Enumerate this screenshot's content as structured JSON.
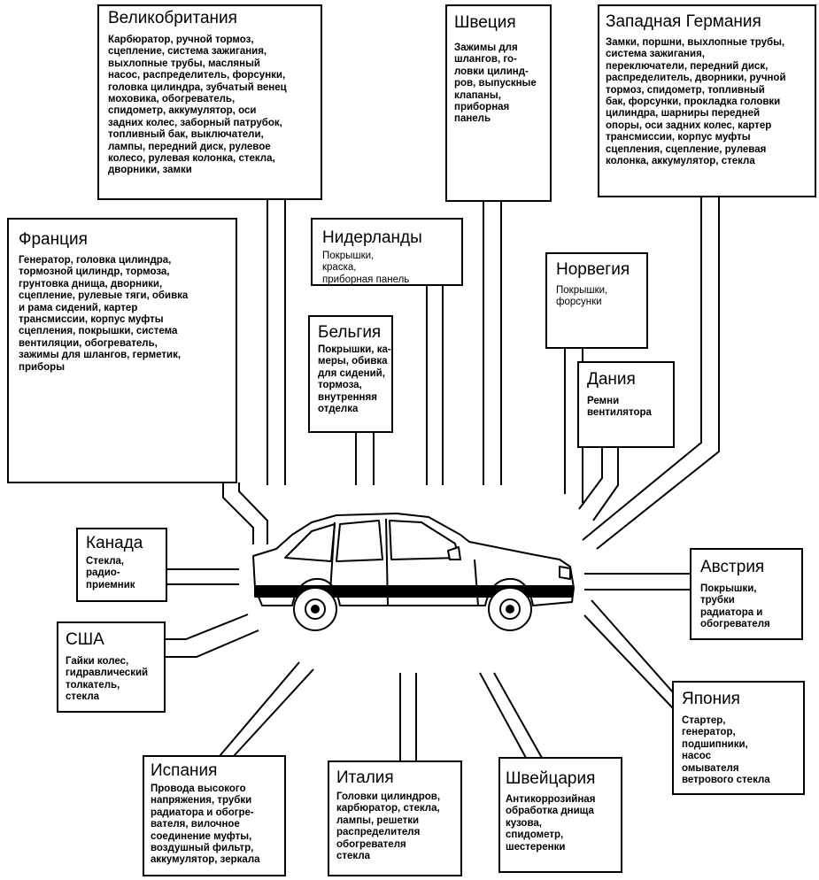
{
  "countries": {
    "great_britain": {
      "name": "Великобритания",
      "parts": "Карбюратор, ручной тормоз,\nсцепление, система зажигания,\nвыхлопные трубы, масляный\nнасос, распределитель, форсунки,\nголовка цилиндра, зубчатый венец\nмоховика, обогреватель,\nспидометр, аккумулятор, оси\nзадних колес, заборный патрубок,\nтопливный бак, выключатели,\nлампы, передний диск, рулевое\nколесо, рулевая колонка, стекла,\nдворники, замки"
    },
    "sweden": {
      "name": "Швеция",
      "parts": "Зажимы для\nшлангов, го-\nловки цилинд-\nров, выпускные\nклапаны,\nприборная\nпанель"
    },
    "west_germany": {
      "name": "Западная Германия",
      "parts": "Замки, поршни, выхлопные трубы,\nсистема зажигания,\nпереключатели, передний диск,\nраспределитель, дворники, ручной\nтормоз, спидометр, топливный\nбак, форсунки, прокладка головки\nцилиндра, шарниры передней\nопоры, оси задних колес, картер\nтрансмиссии, корпус муфты\nсцепления, сцепление, рулевая\nколонка, аккумулятор, стекла"
    },
    "france": {
      "name": "Франция",
      "parts": "Генератор, головка цилиндра,\nтормозной цилиндр, тормоза,\nгрунтовка днища, дворники,\nсцепление, рулевые тяги, обивка\nи рама сидений, картер\nтрансмиссии, корпус муфты\nсцепления, покрышки, система\nвентиляции, обогреватель,\nзажимы для шлангов, герметик,\nприборы"
    },
    "netherlands": {
      "name": "Нидерланды",
      "parts": "Покрышки,\nкраска,\nприборная панель"
    },
    "norway": {
      "name": "Норвегия",
      "parts": "Покрышки,\nфорсунки"
    },
    "belgium": {
      "name": "Бельгия",
      "parts": "Покрышки, ка-\nмеры, обивка\nдля сидений,\nтормоза,\nвнутренняя\nотделка"
    },
    "denmark": {
      "name": "Дания",
      "parts": "Ремни\nвентилятора"
    },
    "canada": {
      "name": "Канада",
      "parts": "Стекла,\nрадио-\nприемник"
    },
    "austria": {
      "name": "Австрия",
      "parts": "Покрышки,\nтрубки\nрадиатора и\nобогревателя"
    },
    "usa": {
      "name": "США",
      "parts": "Гайки колес,\nгидравлический\nтолкатель,\nстекла"
    },
    "japan": {
      "name": "Япония",
      "parts": "Стартер,\nгенератор,\nподшипники,\nнасос\nомывателя\nветрового стекла"
    },
    "spain": {
      "name": "Испания",
      "parts": "Провода высокого\nнапряжения, трубки\nрадиатора и обогре-\nвателя, вилочное\nсоединение муфты,\nвоздушный фильтр,\nаккумулятор, зеркала"
    },
    "italy": {
      "name": "Италия",
      "parts": "Головки цилиндров,\nкарбюратор, стекла,\nлампы, решетки\nраспределителя\nобогревателя\nстекла"
    },
    "switzerland": {
      "name": "Швейцария",
      "parts": "Антикоррозийная\nобработка днища\nкузова,\nспидометр,\nшестеренки"
    }
  }
}
